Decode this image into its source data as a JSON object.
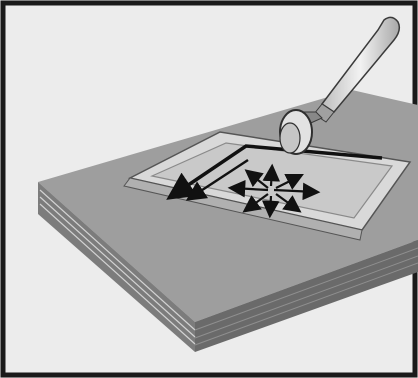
{
  "illustration": {
    "subject": "roller-smoothing-square-panel-on-stack",
    "colors": {
      "background": "#ececec",
      "frame": "#1a1a1a",
      "stack_top": "#9e9e9e",
      "stack_side": "#6a6a6a",
      "stack_front": "#7c7c7c",
      "stack_lines": "#d2d2d2",
      "panel_top": "#d9d9d9",
      "panel_edge": "#b0b0b0",
      "panel_well": "#c9c9c9",
      "roller": "#e2e2e2",
      "handle": "#dcdcdc",
      "arrows": "#111111"
    },
    "icons": [
      "roller-icon",
      "arrow-icon"
    ],
    "arrows": {
      "border_path_count": 2,
      "radial_count": 8
    }
  }
}
